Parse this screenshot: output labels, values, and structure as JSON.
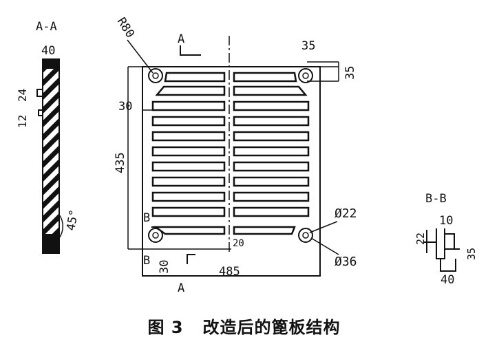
{
  "section_aa": {
    "title": "A-A",
    "dims": {
      "width": "40",
      "a": "24",
      "b": "12",
      "angle": "45°"
    }
  },
  "main_view": {
    "radius": "R80",
    "section_label_a": "A",
    "section_label_b": "B",
    "dims": {
      "corner_x": "35",
      "corner_y": "35",
      "edge": "30",
      "height": "435",
      "bottom_edge": "30",
      "width": "485",
      "gap": "20",
      "small_hole": "Ø22",
      "large_hole": "Ø36"
    }
  },
  "section_bb": {
    "title": "B-B",
    "dims": {
      "top": "10",
      "left": "22",
      "right": "35",
      "bottom": "40"
    }
  },
  "caption": {
    "figure": "图 3",
    "text": "改造后的篦板结构"
  }
}
